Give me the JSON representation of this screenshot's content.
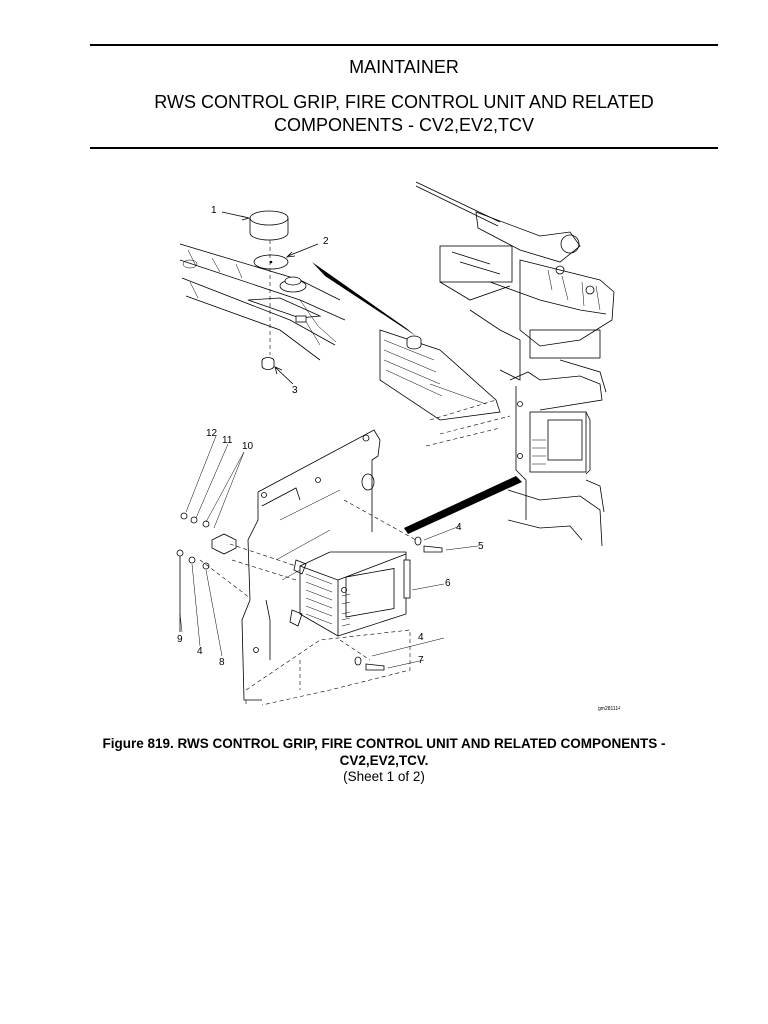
{
  "header": {
    "section": "MAINTAINER",
    "title_line1": "RWS CONTROL GRIP, FIRE CONTROL UNIT AND RELATED",
    "title_line2": "COMPONENTS - CV2,EV2,TCV"
  },
  "figure": {
    "callouts": [
      "1",
      "2",
      "3",
      "12",
      "11",
      "10",
      "9",
      "4",
      "8",
      "5",
      "6",
      "4",
      "7"
    ],
    "drawing_id": "gm281114r1"
  },
  "caption": {
    "line1": "Figure 819. RWS CONTROL GRIP, FIRE CONTROL UNIT AND RELATED COMPONENTS -",
    "line2": "CV2,EV2,TCV.",
    "line3": "(Sheet 1 of 2)"
  }
}
